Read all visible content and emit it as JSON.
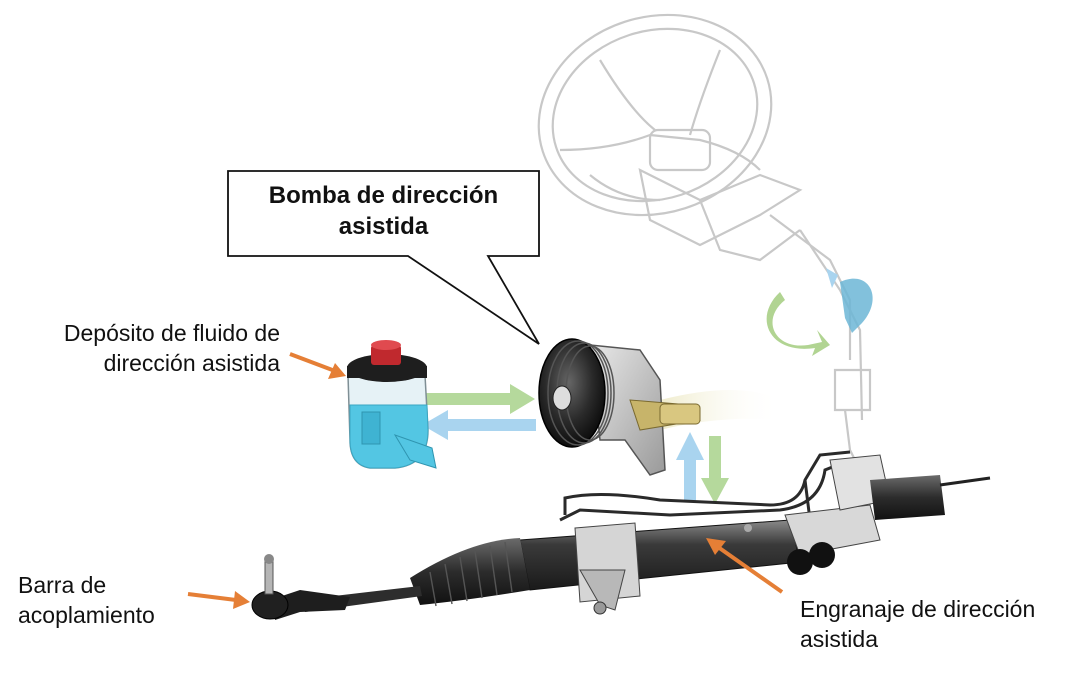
{
  "labels": {
    "bomba": [
      "Bomba de dirección",
      "asistida"
    ],
    "deposito": [
      "Depósito de fluido de",
      "dirección asistida"
    ],
    "barra": [
      "Barra de",
      "acoplamiento"
    ],
    "engranaje": [
      "Engranaje de dirección",
      "asistida"
    ]
  },
  "colors": {
    "pointer_arrow": "#e57f36",
    "flow_green": "#b5d99c",
    "flow_blue": "#a9d4ef",
    "fluid": "#53c6e3",
    "reservoir_cap": "#c0292e",
    "callout_border": "#111111"
  },
  "icons": [
    "steering-wheel-icon",
    "rotation-arrows-icon",
    "pump-icon",
    "reservoir-icon",
    "steering-rack-icon",
    "tie-rod-icon"
  ]
}
